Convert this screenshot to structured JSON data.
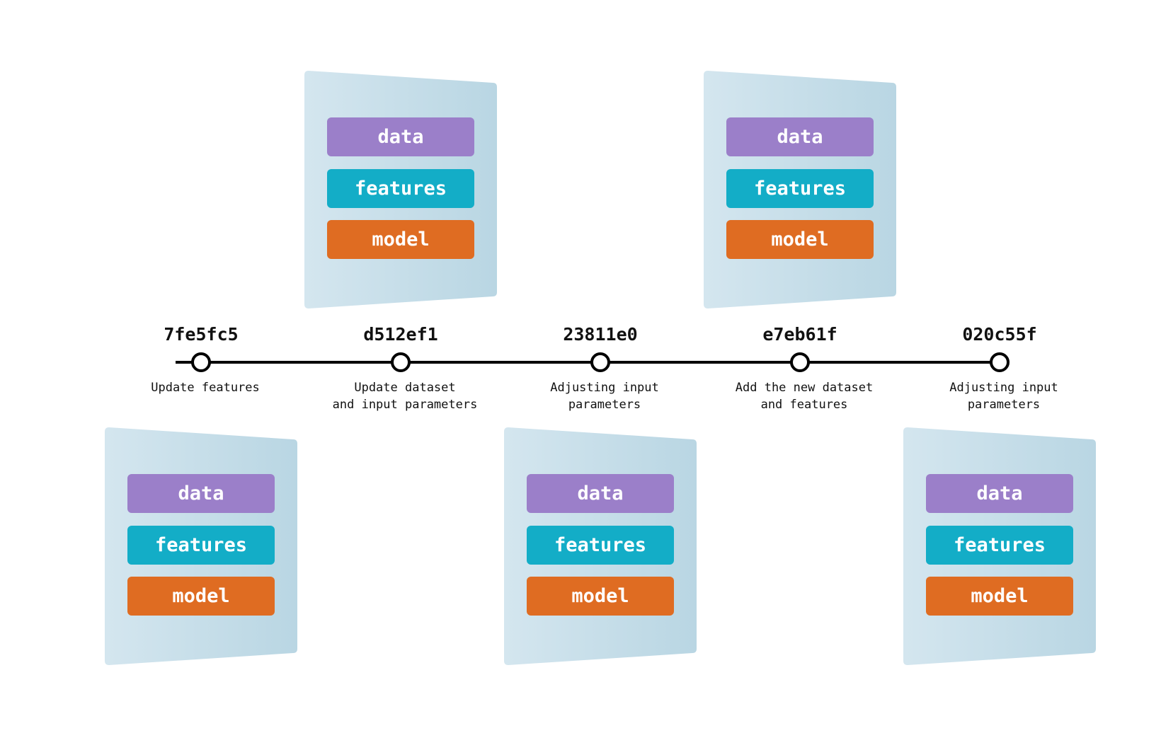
{
  "colors": {
    "data": "#9b7fc9",
    "features": "#13adc7",
    "model": "#df6c22",
    "card_light": "#d4e6ef",
    "card_dark": "#b9d6e3",
    "line": "#000000"
  },
  "commits": [
    {
      "hash": "7fe5fc5",
      "message": [
        "Update features"
      ],
      "card": {
        "position": "below",
        "chips": [
          "data",
          "features",
          "model"
        ]
      }
    },
    {
      "hash": "d512ef1",
      "message": [
        "Update dataset",
        "and input parameters"
      ],
      "card": {
        "position": "above",
        "chips": [
          "data",
          "features",
          "model"
        ]
      }
    },
    {
      "hash": "23811e0",
      "message": [
        "Adjusting input",
        "parameters"
      ],
      "card": {
        "position": "below",
        "chips": [
          "data",
          "features",
          "model"
        ]
      }
    },
    {
      "hash": "e7eb61f",
      "message": [
        "Add the new dataset",
        "and features"
      ],
      "card": {
        "position": "above",
        "chips": [
          "data",
          "features",
          "model"
        ]
      }
    },
    {
      "hash": "020c55f",
      "message": [
        "Adjusting input",
        "parameters"
      ],
      "card": {
        "position": "below",
        "chips": [
          "data",
          "features",
          "model"
        ]
      }
    }
  ]
}
